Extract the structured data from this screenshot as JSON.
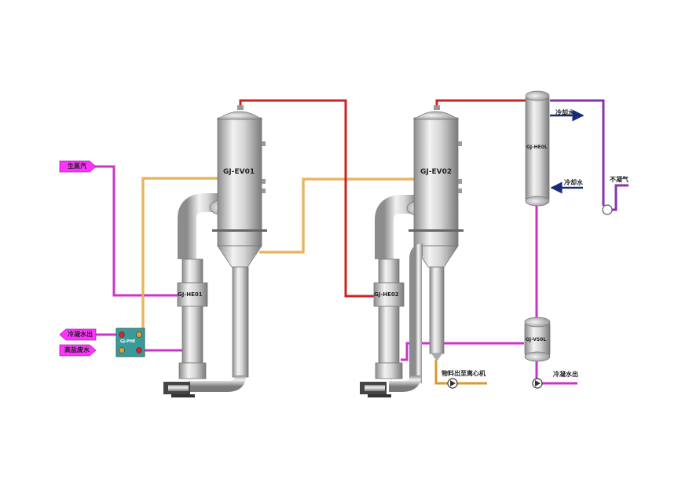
{
  "equipment": {
    "ev01": "GJ-EV01",
    "ev02": "GJ-EV02",
    "he01": "GJ-HE01",
    "he02": "GJ-HE02",
    "he0l": "GJ-HE0L",
    "vs0l": "GJ-VS0L",
    "phe": "GJ-PHE"
  },
  "streams": {
    "steam_in": "生蒸汽",
    "condensate_out": "冷凝水出",
    "brine_in": "高盐废水",
    "cooling_water_out": "冷却水",
    "cooling_water_in": "冷却水",
    "noncondensable": "不凝气",
    "product_out": "物料出至离心机",
    "final_condensate_out": "冷凝水出"
  },
  "colors": {
    "steam": "#cc33cc",
    "vapor": "#cc2222",
    "feed": "#e0a030",
    "cooling": "#1a2a7a",
    "vessel": "#c8c8c8",
    "phe_body": "#3a9a9a",
    "arrow_fill": "#ff33ff"
  }
}
